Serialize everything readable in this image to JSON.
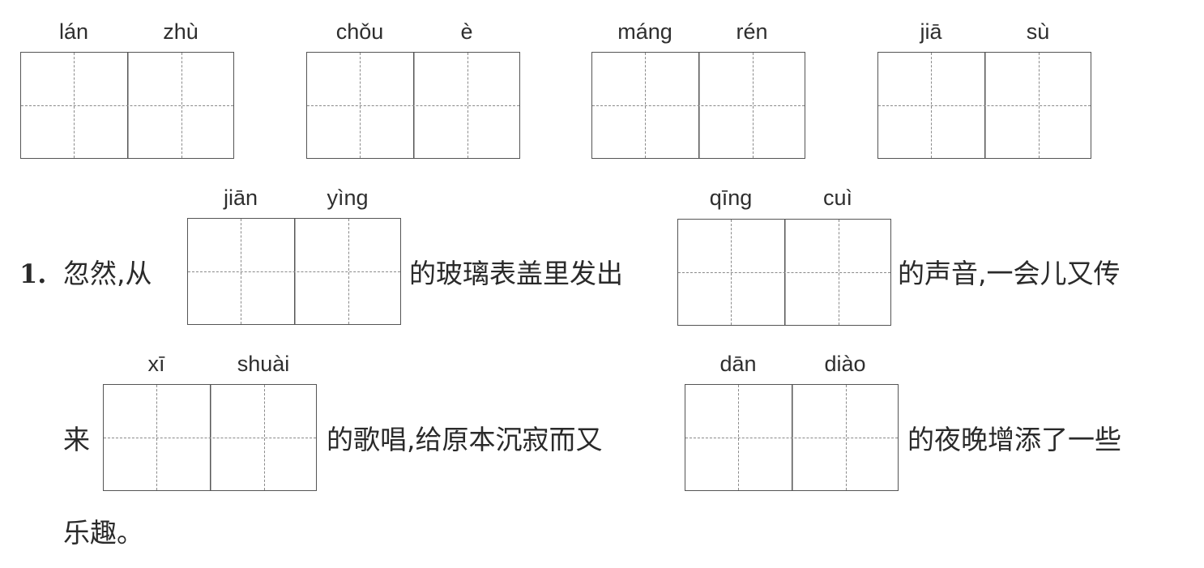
{
  "top_row": [
    {
      "p1": "lán",
      "p2": "zhù"
    },
    {
      "p1": "chǒu",
      "p2": "è"
    },
    {
      "p1": "máng",
      "p2": "rén"
    },
    {
      "p1": "jiā",
      "p2": "sù"
    }
  ],
  "question": {
    "number": "1.",
    "line1": {
      "seg1": "忽然,从",
      "blank1": {
        "p1": "jiān",
        "p2": "yìng"
      },
      "seg2": "的玻璃表盖里发出",
      "blank2": {
        "p1": "qīng",
        "p2": "cuì"
      },
      "seg3": "的声音,一会儿又传"
    },
    "line2": {
      "seg1": "来",
      "blank1": {
        "p1": "xī",
        "p2": "shuài"
      },
      "seg2": "的歌唱,给原本沉寂而又",
      "blank2": {
        "p1": "dān",
        "p2": "diào"
      },
      "seg3": "的夜晚增添了一些"
    },
    "line3": "乐趣。"
  }
}
